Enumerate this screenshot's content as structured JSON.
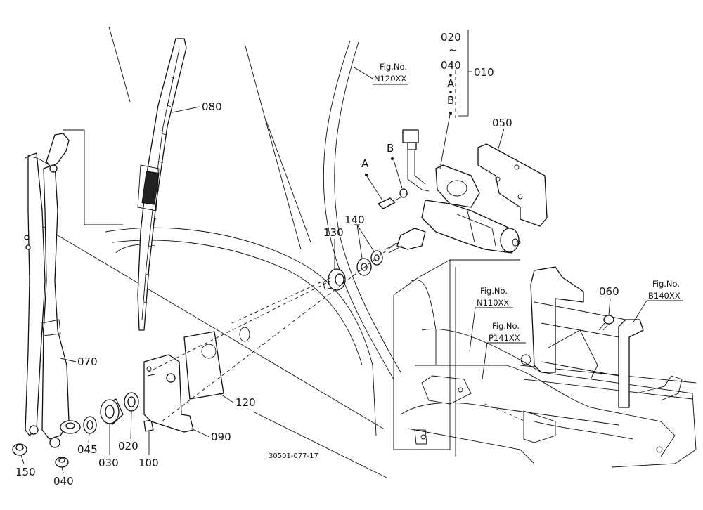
{
  "parts": {
    "p010": "010",
    "p020_top": "020",
    "p040_top": "040",
    "tilde": "~",
    "pA_top": "A",
    "pB_top": "B",
    "p050": "050",
    "p060": "060",
    "p070": "070",
    "p080": "080",
    "p090": "090",
    "p100": "100",
    "p120": "120",
    "p130": "130",
    "p140": "140",
    "p150": "150",
    "p040": "040",
    "p045": "045",
    "p030": "030",
    "p020": "020",
    "pA": "A",
    "pB": "B"
  },
  "figure_refs": {
    "ref1_label": "Fig.No.",
    "ref1_code": "N120XX",
    "ref2_label": "Fig.No.",
    "ref2_code": "N110XX",
    "ref3_label": "Fig.No.",
    "ref3_code": "P141XX",
    "ref4_label": "Fig.No.",
    "ref4_code": "B140XX"
  },
  "drawing_number": "30501-077-17"
}
